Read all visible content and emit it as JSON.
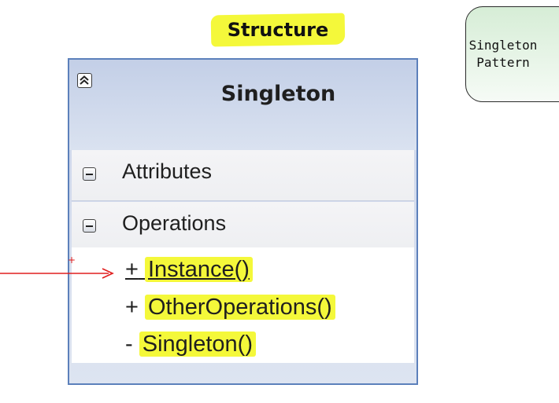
{
  "diagram": {
    "heading": "Structure",
    "note": "Singleton Pattern",
    "class": {
      "name": "Singleton",
      "sections": [
        {
          "label": "Attributes",
          "items": []
        },
        {
          "label": "Operations",
          "items": [
            {
              "visibility": "+",
              "name": "Instance()"
            },
            {
              "visibility": "+",
              "name": "OtherOperations()"
            },
            {
              "visibility": "-",
              "name": "Singleton()"
            }
          ]
        }
      ]
    },
    "arrow_marker": "+",
    "colors": {
      "highlight": "#f4f83a",
      "class_border": "#5c80bb",
      "arrow": "#e01e1e",
      "note_fill": "#d6edd6"
    },
    "icons": [
      "collapse-up-icon",
      "minus-toggle-icon"
    ]
  }
}
